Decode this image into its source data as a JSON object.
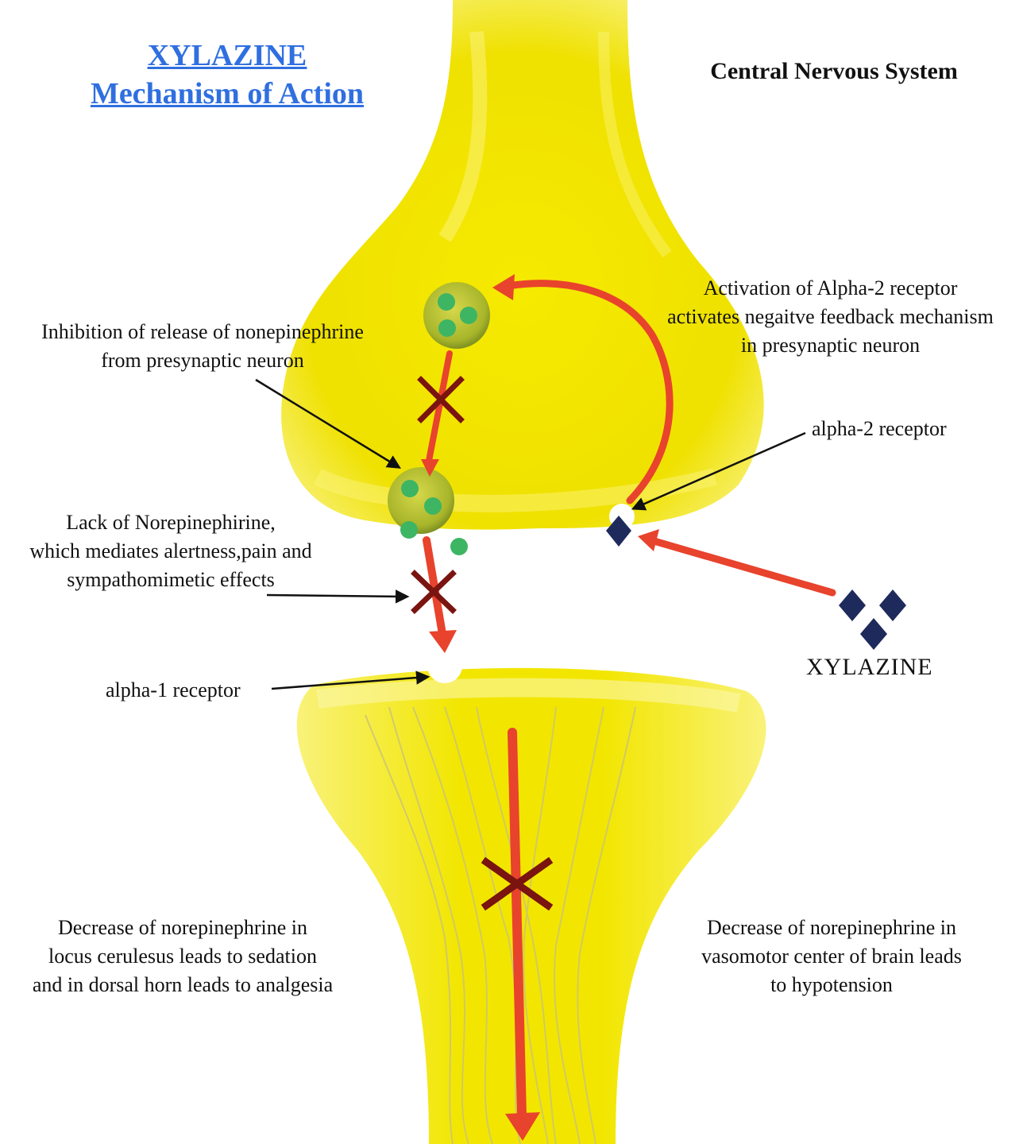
{
  "title": {
    "line1": "XYLAZINE",
    "line2": "Mechanism of Action"
  },
  "system_label": "Central Nervous System",
  "labels": {
    "inhibition": [
      "Inhibition of release of nonepinephrine",
      "from presynaptic neuron"
    ],
    "activation": [
      "Activation of Alpha-2 receptor",
      "activates negaitve feedback mechanism",
      "in presynaptic neuron"
    ],
    "alpha2": "alpha-2 receptor",
    "lack": [
      "Lack of Norepinephirine,",
      "which mediates alertness,pain and",
      "sympathomimetic effects"
    ],
    "alpha1": "alpha-1 receptor",
    "xylazine": "XYLAZINE",
    "decrease_left": [
      "Decrease of norepinephrine in",
      "locus cerulesus leads to sedation",
      "and in dorsal horn leads to analgesia"
    ],
    "decrease_right": [
      "Decrease of norepinephrine in",
      "vasomotor center of brain leads",
      "to hypotension"
    ]
  },
  "colors": {
    "neuron": "#f2e600",
    "neuron_light": "#fbf48a",
    "arrow_red": "#e8432c",
    "x_mark": "#7a1410",
    "vesicle": "#a9b92a",
    "nt_green": "#3db563",
    "drug_navy": "#1f2a5c",
    "title_blue": "#2f6fe0"
  },
  "icons": [
    "vesicle-icon",
    "norepinephrine-dot-icon",
    "xylazine-diamond-icon",
    "blocked-x-icon"
  ]
}
